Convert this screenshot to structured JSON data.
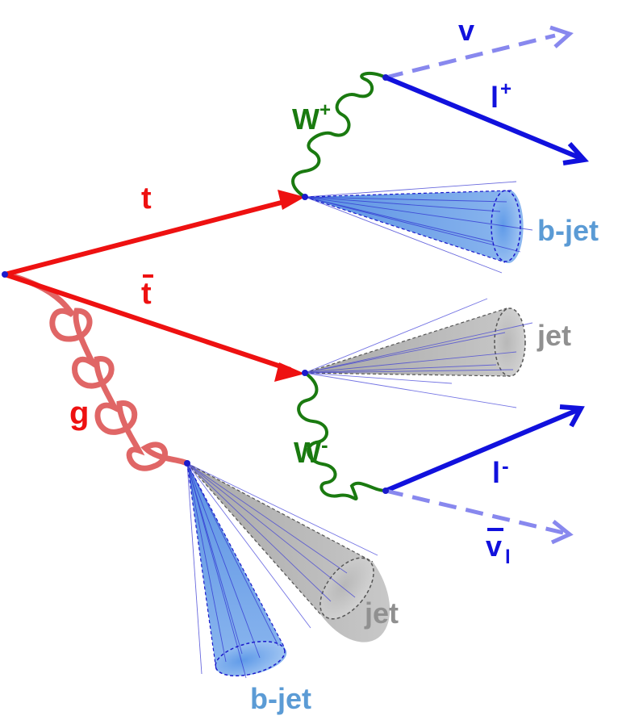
{
  "labels": {
    "top_quark": "t",
    "antitop_quark": "t",
    "gluon": "g",
    "w_plus": "W",
    "w_plus_sup": "+",
    "w_minus": "W",
    "w_minus_sup": "-",
    "neutrino": "v",
    "lepton_plus": "l",
    "lepton_plus_sup": "+",
    "lepton_minus": "l",
    "lepton_minus_sup": "-",
    "antineutrino": "v",
    "antineutrino_sub": "l",
    "bjet_top": "b-jet",
    "jet_w_minus": "jet",
    "jet_gluon": "jet",
    "bjet_gluon": "b-jet"
  },
  "colors": {
    "quark": "#ee1111",
    "gluon": "#dd5555",
    "w_boson": "#1a7a10",
    "lepton": "#1111dd",
    "neutrino": "#8888ee",
    "bjet": "#5b9bd5",
    "jet": "#909090",
    "vertex": "#1a1acc"
  }
}
